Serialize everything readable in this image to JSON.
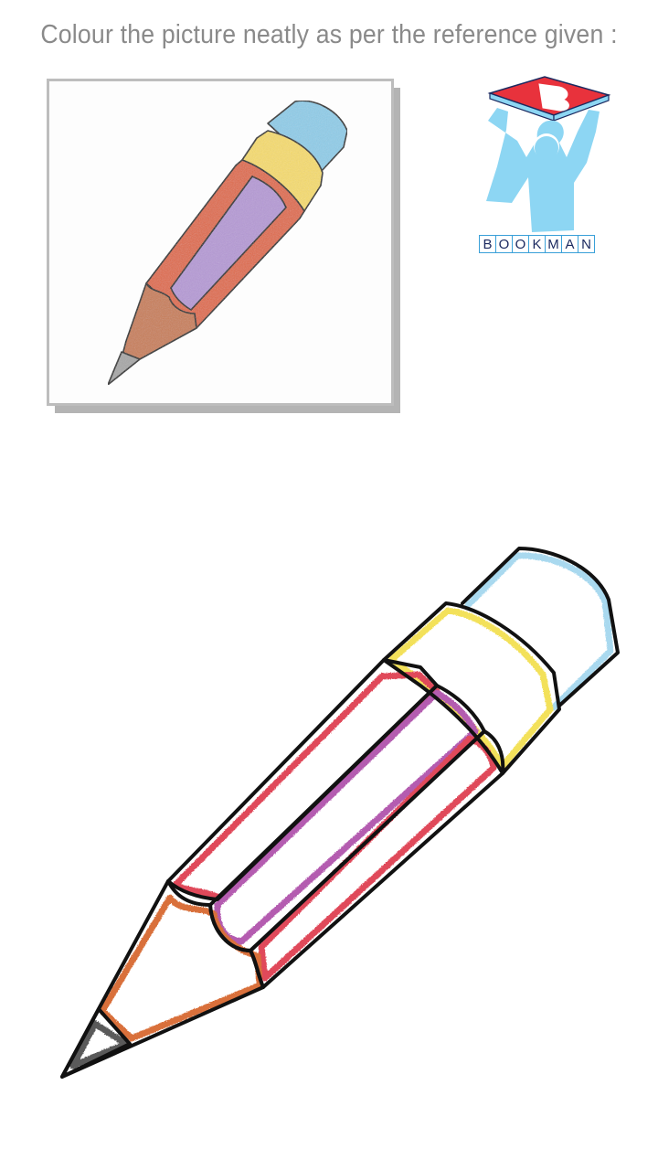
{
  "instruction": "Colour the picture neatly as per the reference given :",
  "logo": {
    "letter": "B",
    "word": [
      "B",
      "O",
      "O",
      "K",
      "M",
      "A",
      "N"
    ]
  },
  "colors": {
    "eraser": "#8fcde9",
    "ferrule": "#f6dc6c",
    "body": "#e06b4a",
    "body_stripe": "#b69ad6",
    "wood": "#c97e56",
    "lead": "#a7a7a7",
    "logo_blue": "#8dd6f3",
    "logo_red": "#e8323c",
    "outline_red": "#e0485a",
    "outline_purple": "#b45bb0",
    "outline_yellow": "#f3e15a",
    "outline_blue": "#a9d9ef",
    "outline_orange": "#d9703a"
  },
  "icons": {
    "reference": "colored-pencil-reference",
    "outline": "pencil-outline-to-colour",
    "logo": "bookman-logo"
  }
}
